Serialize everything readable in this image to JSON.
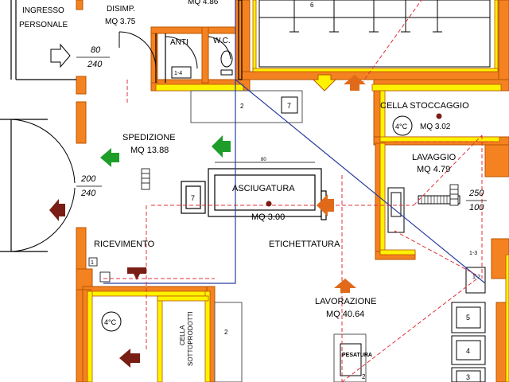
{
  "rooms": {
    "ingresso": {
      "line1": "INGRESSO",
      "line2": "PERSONALE"
    },
    "disimp": {
      "name": "DISIMP.",
      "area": "MQ 3.75"
    },
    "top_cut": "MQ 4.86",
    "anti": "ANTI",
    "wc": "W.C.",
    "spedizione": {
      "name": "SPEDIZIONE",
      "area": "MQ 13.88"
    },
    "cella_stoccaggio": {
      "name": "CELLA STOCCAGGIO",
      "area": "MQ 3.02",
      "temp": "4°C"
    },
    "lavaggio": {
      "name": "LAVAGGIO",
      "area": "MQ 4.79"
    },
    "asciugatura": {
      "name": "ASCIUGATURA",
      "area": "MQ 3.00"
    },
    "etichettatura": "ETICHETTATURA",
    "ricevimento": "RICEVIMENTO",
    "lavorazione": {
      "name": "LAVORAZIONE",
      "area": "MQ 40.64"
    },
    "cella_sottoprodotti": {
      "line1": "CELLA",
      "line2": "SOTTOPRODOTTI",
      "temp": "4°C"
    },
    "pesatura": "PESATURA"
  },
  "dimensions": {
    "door_top": {
      "num": "80",
      "den": "240"
    },
    "door_left": {
      "num": "200",
      "den": "240"
    },
    "door_right": {
      "num": "250",
      "den": "100"
    }
  },
  "equipment": {
    "top_machine": "6",
    "wc_tag": "1-4",
    "table_main": "2",
    "box_7_top": "7",
    "box_7_asc": "7",
    "box_2_bottom": "2",
    "box_2_pesatura": "2",
    "box_5": "5",
    "box_4": "4",
    "box_3": "3",
    "tag_1_3": "1-3",
    "tag_1_2": "1-2",
    "tag_1": "1",
    "asc_dim": "80"
  },
  "colors": {
    "wall": "#f58220",
    "wall_edge": "#b85400",
    "wall_yellow": "#fff200",
    "arrow_green": "#1e9e28",
    "arrow_red": "#7a1d14",
    "arrow_orange": "#e06a1a",
    "flow_red": "#e0303a",
    "flow_blue": "#2b3e9e"
  }
}
